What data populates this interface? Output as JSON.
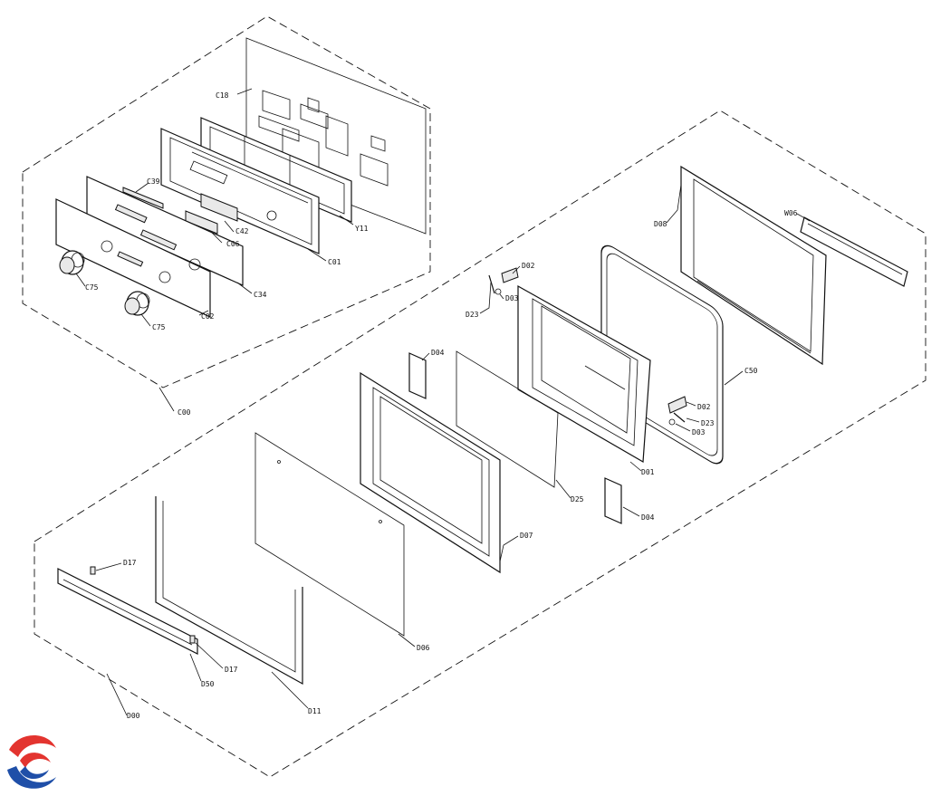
{
  "labels": {
    "c18": "C18",
    "c39": "C39",
    "y11": "Y11",
    "c42": "C42",
    "c06": "C06",
    "c01": "C01",
    "c34": "C34",
    "c02": "C02",
    "c75a": "C75",
    "c75b": "C75",
    "c00": "C00",
    "d08": "D08",
    "w06": "W06",
    "d02a": "D02",
    "d03a": "D03",
    "d23a": "D23",
    "d04a": "D04",
    "c50": "C50",
    "d02b": "D02",
    "d23b": "D23",
    "d03b": "D03",
    "d01": "D01",
    "d25": "D25",
    "d04b": "D04",
    "d07": "D07",
    "d17a": "D17",
    "d17b": "D17",
    "d06": "D06",
    "d50": "D50",
    "d11": "D11",
    "d00": "D00"
  },
  "colors": {
    "logo_red": "#e3342f",
    "logo_blue": "#1f4fa8"
  }
}
